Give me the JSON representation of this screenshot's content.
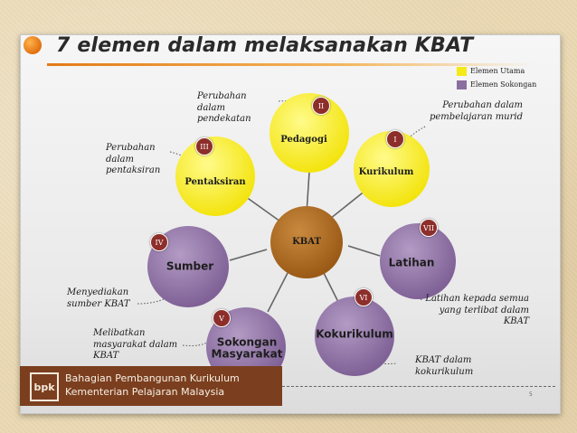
{
  "slide": {
    "title": "7 elemen dalam melaksanakan KBAT",
    "page_number": "5"
  },
  "legend": [
    {
      "label": "Elemen Utama",
      "color": "#f5ea18"
    },
    {
      "label": "Elemen Sokongan",
      "color": "#8b6ea0"
    }
  ],
  "diagram": {
    "center": {
      "label": "KBAT",
      "color": "#a8661e"
    },
    "nodes": [
      {
        "id": "pedagogi",
        "label": "Pedagogi",
        "roman": "II",
        "type": "utama"
      },
      {
        "id": "kurikulum",
        "label": "Kurikulum",
        "roman": "I",
        "type": "utama"
      },
      {
        "id": "pentaksiran",
        "label": "Pentaksiran",
        "roman": "III",
        "type": "utama"
      },
      {
        "id": "latihan",
        "label": "Latihan",
        "roman": "VII",
        "type": "sokongan"
      },
      {
        "id": "sumber",
        "label": "Sumber",
        "roman": "IV",
        "type": "sokongan"
      },
      {
        "id": "kokurikulum",
        "label": "Kokurikulum",
        "roman": "VI",
        "type": "sokongan"
      },
      {
        "id": "sokongan-masyarakat",
        "label_line1": "Sokongan",
        "label_line2": "Masyarakat",
        "roman": "V",
        "type": "sokongan"
      }
    ]
  },
  "notes": {
    "pedagogi": [
      "Perubahan",
      "dalam",
      "pendekatan"
    ],
    "kurikulum": [
      "Perubahan dalam",
      "pembelajaran murid"
    ],
    "pentaksiran": [
      "Perubahan",
      "dalam",
      "pentaksiran"
    ],
    "sumber": [
      "Menyediakan",
      "sumber KBAT"
    ],
    "masyarakat": [
      "Melibatkan",
      "masyarakat dalam",
      "KBAT"
    ],
    "latihan": [
      "Latihan kepada semua",
      "yang terlibat dalam",
      "KBAT"
    ],
    "kokurikulum": [
      "KBAT dalam",
      "kokurikulum"
    ]
  },
  "footer": {
    "logo": "bpk",
    "line1": "Bahagian Pembangunan Kurikulum",
    "line2": "Kementerian Pelajaran Malaysia"
  },
  "colors": {
    "utama": "#f5ea18",
    "sokongan": "#8b6ea0",
    "kbat": "#a8661e",
    "roman_badge": "#8d2e2a",
    "footer_bg": "#7b3f1f",
    "accent": "#e47a17"
  }
}
